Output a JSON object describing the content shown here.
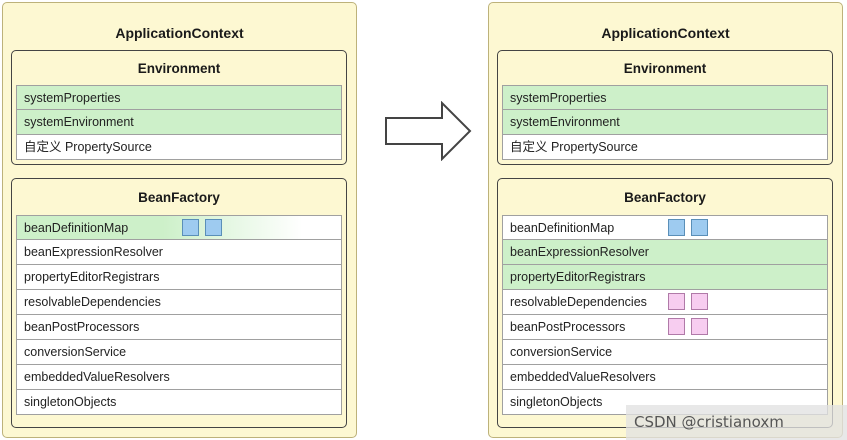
{
  "left": {
    "title": "ApplicationContext",
    "environment": {
      "title": "Environment",
      "rows": [
        {
          "label": "systemProperties",
          "highlight": true
        },
        {
          "label": "systemEnvironment",
          "highlight": true
        },
        {
          "label": "自定义 PropertySource",
          "highlight": false
        }
      ]
    },
    "beanfactory": {
      "title": "BeanFactory",
      "rows": [
        {
          "label": "beanDefinitionMap",
          "highlight": "gradient",
          "squares": [
            "blue",
            "blue"
          ]
        },
        {
          "label": "beanExpressionResolver",
          "highlight": false,
          "squares": []
        },
        {
          "label": "propertyEditorRegistrars",
          "highlight": false,
          "squares": []
        },
        {
          "label": "resolvableDependencies",
          "highlight": false,
          "squares": []
        },
        {
          "label": "beanPostProcessors",
          "highlight": false,
          "squares": []
        },
        {
          "label": "conversionService",
          "highlight": false,
          "squares": []
        },
        {
          "label": "embeddedValueResolvers",
          "highlight": false,
          "squares": []
        },
        {
          "label": "singletonObjects",
          "highlight": false,
          "squares": []
        }
      ]
    }
  },
  "right": {
    "title": "ApplicationContext",
    "environment": {
      "title": "Environment",
      "rows": [
        {
          "label": "systemProperties",
          "highlight": true
        },
        {
          "label": "systemEnvironment",
          "highlight": true
        },
        {
          "label": "自定义 PropertySource",
          "highlight": false
        }
      ]
    },
    "beanfactory": {
      "title": "BeanFactory",
      "rows": [
        {
          "label": "beanDefinitionMap",
          "highlight": false,
          "squares": [
            "blue",
            "blue"
          ]
        },
        {
          "label": "beanExpressionResolver",
          "highlight": true,
          "squares": []
        },
        {
          "label": "propertyEditorRegistrars",
          "highlight": true,
          "squares": []
        },
        {
          "label": "resolvableDependencies",
          "highlight": false,
          "squares": [
            "pink",
            "pink"
          ]
        },
        {
          "label": "beanPostProcessors",
          "highlight": false,
          "squares": [
            "pink",
            "pink"
          ]
        },
        {
          "label": "conversionService",
          "highlight": false,
          "squares": []
        },
        {
          "label": "embeddedValueResolvers",
          "highlight": false,
          "squares": []
        },
        {
          "label": "singletonObjects",
          "highlight": false,
          "squares": []
        }
      ]
    }
  },
  "colors": {
    "context_bg": "#fdf8d2",
    "highlight_green": "#cdf0c9",
    "square_blue": "#9ecbf0",
    "square_pink": "#f7cdf0"
  },
  "arrow_icon": "right-arrow-icon",
  "watermark": "CSDN @cristianoxm"
}
